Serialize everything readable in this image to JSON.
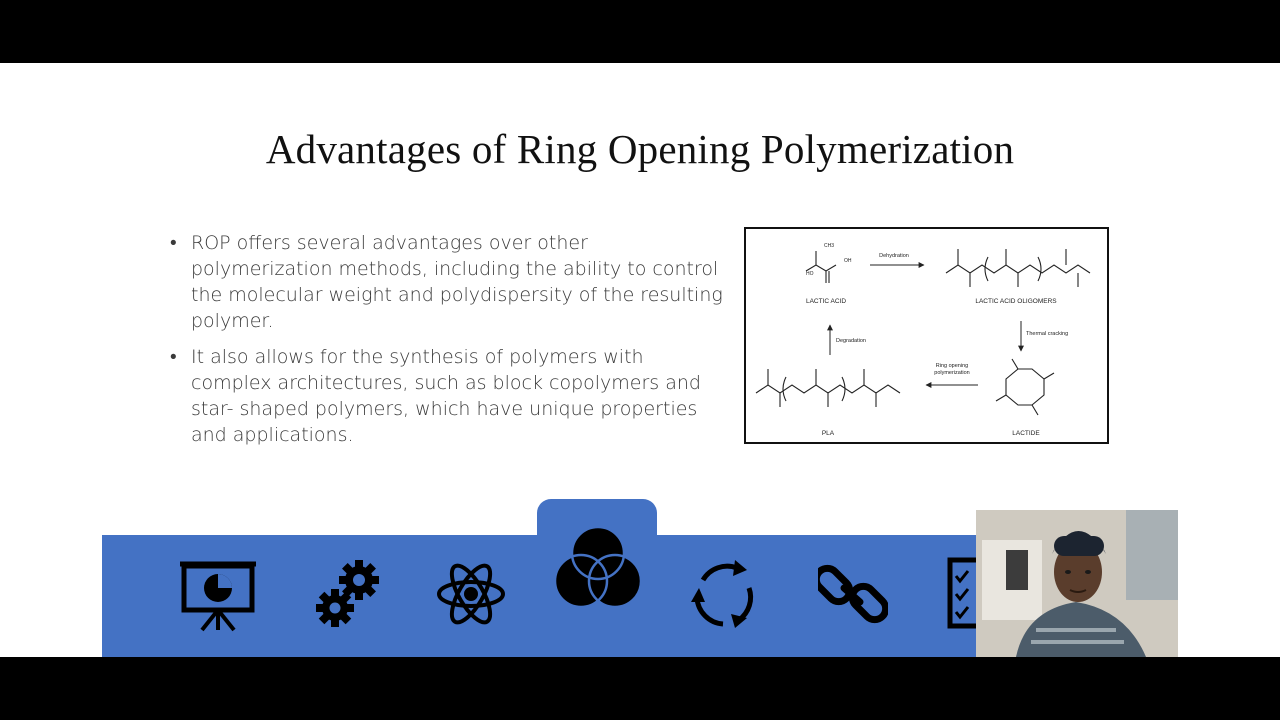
{
  "slide": {
    "title": "Advantages of Ring Opening Polymerization",
    "bullets": [
      "ROP offers several advantages over other polymerization methods, including the ability to control the molecular weight and polydispersity of the resulting polymer.",
      "It also allows for the synthesis of polymers with complex architectures, such as block copolymers and star- shaped polymers, which have unique properties and applications."
    ],
    "bullet_glyph": "•"
  },
  "figure": {
    "labels": {
      "lactic_acid": "LACTIC ACID",
      "oligomers": "LACTIC ACID OLIGOMERS",
      "pla": "PLA",
      "lactide": "LACTIDE",
      "dehydration": "Dehydration",
      "degradation": "Degradation",
      "thermal_cracking": "Thermal cracking",
      "rop_line1": "Ring opening",
      "rop_line2": "polymerization"
    }
  },
  "icon_band": {
    "color": "#4472c4",
    "icons": [
      "presentation-chart-icon",
      "gears-icon",
      "atom-icon",
      "venn-circles-icon",
      "cycle-arrows-icon",
      "chain-link-icon",
      "checklist-icon"
    ]
  },
  "webcam": {
    "description_icon": "webcam-video-icon"
  }
}
